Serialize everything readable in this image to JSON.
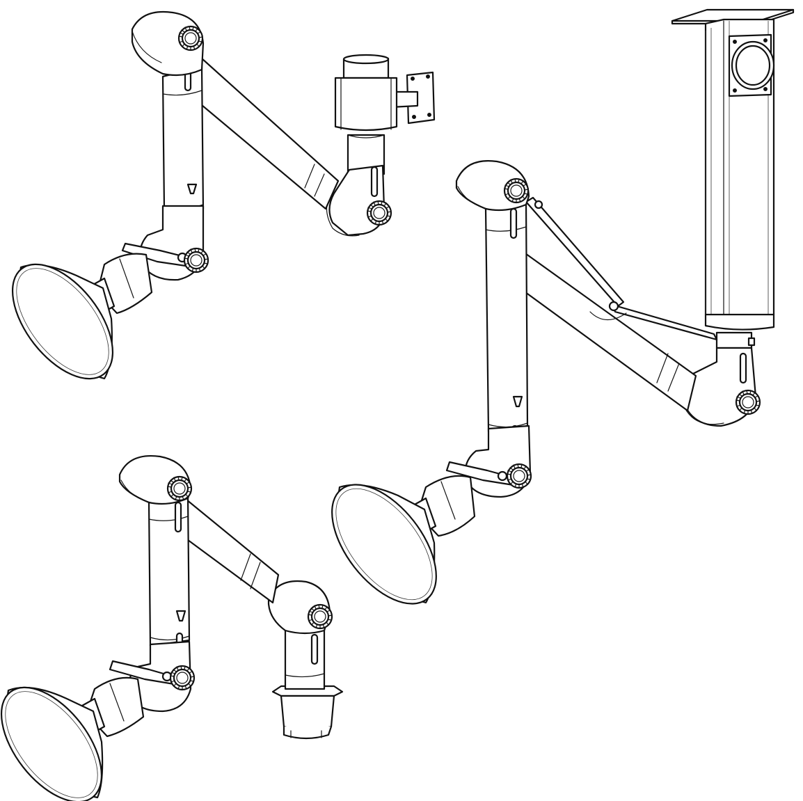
{
  "colors": {
    "line": "#111111",
    "background": "#ffffff"
  },
  "figures": [
    {
      "id": "wall-mount-arm",
      "mount": "wall-bracket"
    },
    {
      "id": "ceiling-mount-arm",
      "mount": "ceiling-column"
    },
    {
      "id": "table-mount-arm",
      "mount": "table-flange"
    }
  ]
}
